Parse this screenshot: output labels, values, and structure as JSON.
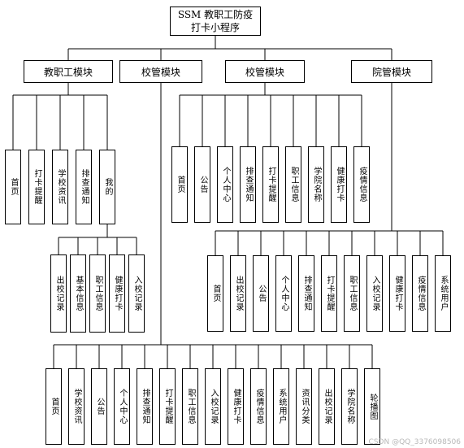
{
  "root": {
    "title": "SSM 教职工防疫打卡小程序"
  },
  "modules": [
    {
      "name": "教职工模块"
    },
    {
      "name": "校管模块"
    },
    {
      "name": "校管模块"
    },
    {
      "name": "院管模块"
    }
  ],
  "staff_leaves": [
    "首页",
    "打卡提醒",
    "学校资讯",
    "排查通知",
    "我的"
  ],
  "staff_mine_leaves": [
    "出校记录",
    "基本信息",
    "职工信息",
    "健康打卡",
    "入校记录"
  ],
  "school_admin_leaves": [
    "首页",
    "公告",
    "个人中心",
    "排查通知",
    "打卡提醒",
    "职工信息",
    "学院名称",
    "健康打卡",
    "疫情信息"
  ],
  "college_admin_leaves": [
    "首页",
    "出校记录",
    "公告",
    "个人中心",
    "排查通知",
    "打卡提醒",
    "职工信息",
    "入校记录",
    "健康打卡",
    "疫情信息",
    "系统用户"
  ],
  "school_admin_leaves_2": [
    "首页",
    "学校资讯",
    "公告",
    "个人中心",
    "排查通知",
    "打卡提醒",
    "职工信息",
    "入校记录",
    "健康打卡",
    "疫情信息",
    "系统用户",
    "资讯分类",
    "出校记录",
    "学院名称",
    "轮播图"
  ],
  "watermark": "CSDN @QQ_3376098506"
}
